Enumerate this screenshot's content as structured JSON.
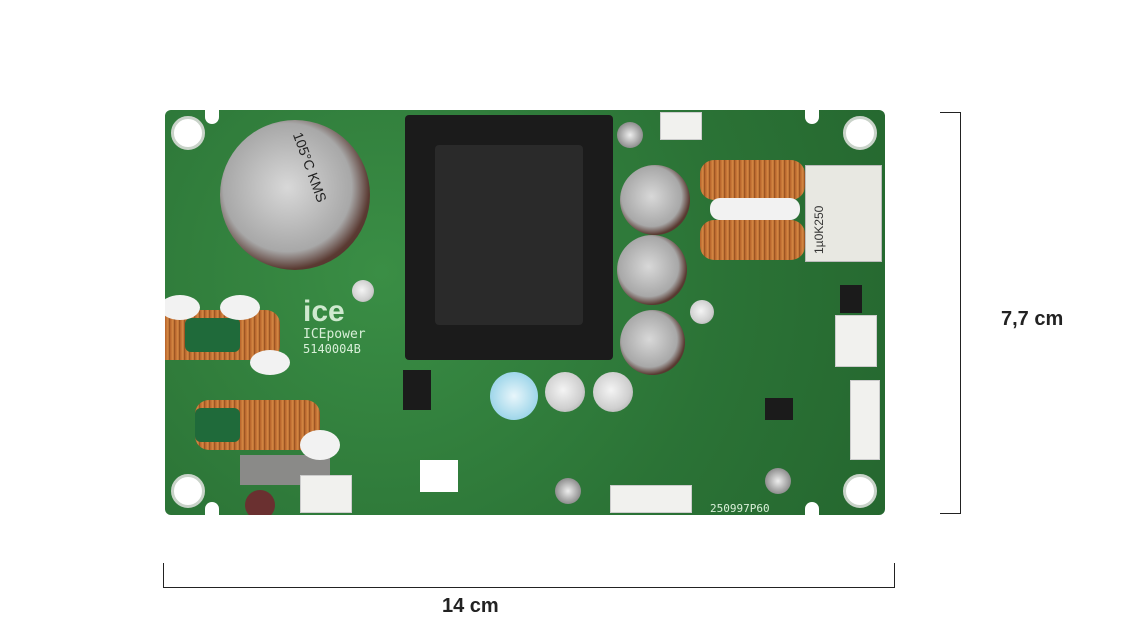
{
  "dimensions": {
    "height_label": "7,7 cm",
    "width_label": "14 cm"
  },
  "board": {
    "brand_logo": "ice",
    "brand_name": "ICEpower",
    "model": "5140004B",
    "capacitor_marking": "105°C KMS",
    "resistor_marking": "1µ0K250",
    "part_number": "250997P60",
    "colors": {
      "pcb": "#2e7d3a",
      "transformer": "#1b1b1b",
      "coil_copper": "#b5622a"
    }
  }
}
